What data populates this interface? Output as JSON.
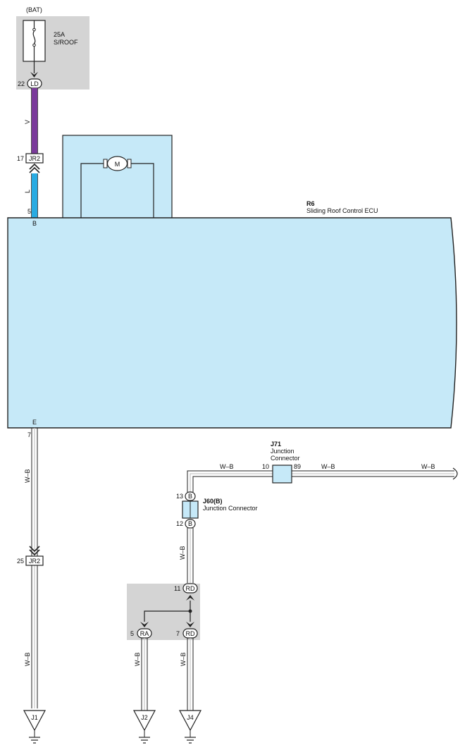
{
  "colors": {
    "ecu_fill": "#c6e9f8",
    "grey_box": "#d4d4d4",
    "wire_violet": "#7a3a9a",
    "wire_blue": "#29abe2",
    "wire_wb": "#ffffff",
    "outline": "#222222"
  },
  "fuse": {
    "source": "(BAT)",
    "rating": "25A",
    "name": "S/ROOF"
  },
  "ecu": {
    "id": "R6",
    "name": "Sliding Roof Control ECU",
    "pin_b": "B",
    "pin_e": "E"
  },
  "motor": {
    "symbol": "M"
  },
  "wires": {
    "violet": "V",
    "blue": "L",
    "wb": "W–B"
  },
  "connectors": {
    "ld": {
      "code": "LD",
      "pin": "22"
    },
    "jr2_top": {
      "code": "JR2",
      "pin": "17"
    },
    "ecu_b_pin": "5",
    "ecu_e_pin": "7",
    "jr2_bottom": {
      "code": "JR2",
      "pin": "25"
    },
    "rd_top": {
      "code": "RD",
      "pin": "11"
    },
    "rd_bottom": {
      "code": "RD",
      "pin": "7"
    },
    "ra": {
      "code": "RA",
      "pin": "5"
    },
    "j60_top": {
      "code": "B",
      "pin": "13"
    },
    "j60_bottom": {
      "code": "B",
      "pin": "12"
    }
  },
  "j71": {
    "id": "J71",
    "line1": "Junction",
    "line2": "Connector",
    "pin_left": "10",
    "pin_right": "89"
  },
  "j60": {
    "id": "J60(B)",
    "name": "Junction Connector"
  },
  "grounds": [
    "J1",
    "J2",
    "J4"
  ]
}
